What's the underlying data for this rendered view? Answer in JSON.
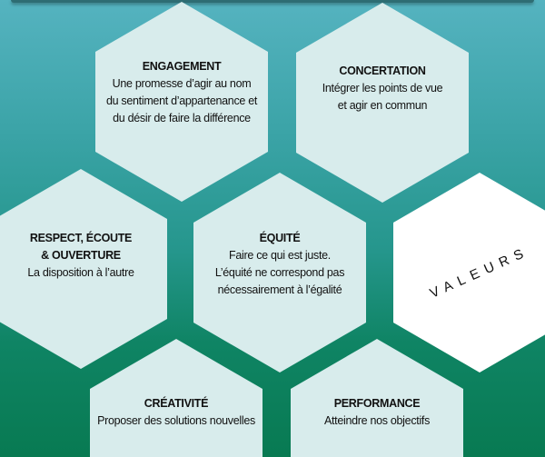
{
  "title": "VALEURS",
  "colors": {
    "hex_fill": "#d8ecec",
    "hex_highlight": "#ffffff",
    "background_top": "#55b3c0",
    "background_bottom": "#087a52"
  },
  "values": [
    {
      "id": "engagement",
      "title": "ENGAGEMENT",
      "lines": [
        "Une promesse d’agir au nom",
        "du sentiment d’appartenance et",
        "du désir de faire la différence"
      ]
    },
    {
      "id": "concertation",
      "title": "CONCERTATION",
      "lines": [
        "Intégrer les points de vue",
        "et agir en commun"
      ]
    },
    {
      "id": "respect",
      "title": "RESPECT, ÉCOUTE",
      "title2": "& OUVERTURE",
      "lines": [
        "La disposition à l’autre"
      ]
    },
    {
      "id": "equite",
      "title": "ÉQUITÉ",
      "lines": [
        "Faire ce qui est juste.",
        "L’équité ne correspond pas",
        "nécessairement à l’égalité"
      ]
    },
    {
      "id": "creativite",
      "title": "CRÉATIVITÉ",
      "lines": [
        "Proposer des solutions nouvelles"
      ]
    },
    {
      "id": "performance",
      "title": "PERFORMANCE",
      "lines": [
        "Atteindre nos objectifs"
      ]
    }
  ]
}
